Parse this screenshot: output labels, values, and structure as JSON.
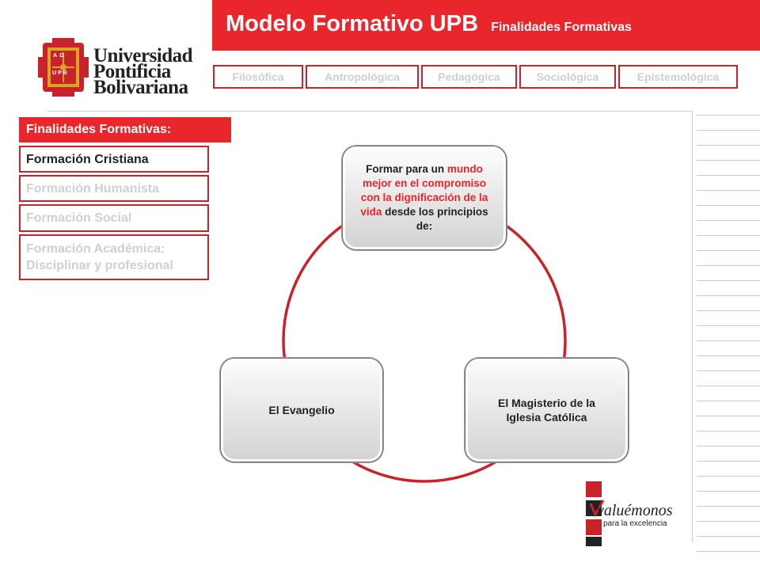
{
  "header": {
    "title": "Modelo Formativo UPB",
    "subtitle": "Finalidades Formativas"
  },
  "logo": {
    "line1": "Universidad",
    "line2": "Pontificia",
    "line3": "Bolivariana",
    "shield_letters": [
      "A",
      "Ω",
      "U",
      "P",
      "B"
    ]
  },
  "tabs": [
    {
      "label": "Filosófica"
    },
    {
      "label": "Antropológica"
    },
    {
      "label": "Pedagógica"
    },
    {
      "label": "Sociológica"
    },
    {
      "label": "Epistemológica"
    }
  ],
  "menu": {
    "heading": "Finalidades Formativas:",
    "items": [
      {
        "label": "Formación Cristiana",
        "active": true
      },
      {
        "label": "Formación Humanista",
        "active": false
      },
      {
        "label": "Formación Social",
        "active": false
      },
      {
        "label": "Formación Académica: Disciplinar y profesional",
        "active": false
      }
    ]
  },
  "diagram": {
    "top": {
      "part1": "Formar para un",
      "part2_red": "mundo mejor en el compromiso con la dignificación de la vida",
      "part3": "desde los principios de:"
    },
    "left": "El Evangelio",
    "right": "El Magisterio de la Iglesia Católica"
  },
  "footer_logo": {
    "word": "valuémonos",
    "tagline": "para la excelencia"
  },
  "colors": {
    "brand_red": "#e8262b",
    "border_red": "#c8232a",
    "inactive_text": "#cfcfcf"
  }
}
